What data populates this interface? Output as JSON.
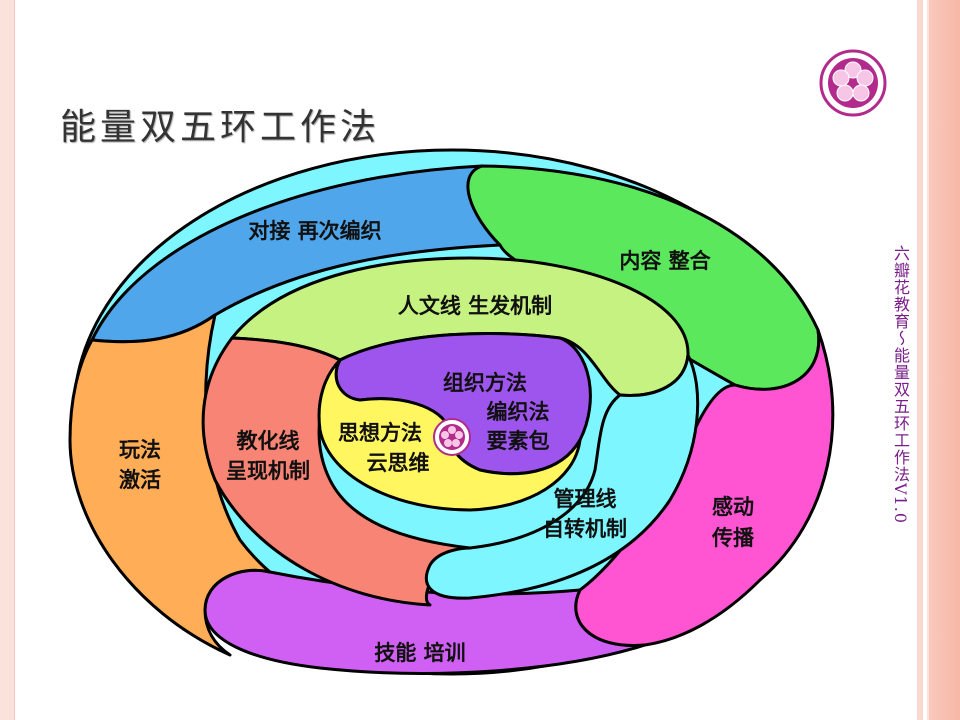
{
  "title": "能量双五环工作法",
  "side_text": "六瓣花教育～能量双五环工作法V1.0",
  "diagram": {
    "outer_ring": {
      "top": "对接 再次编织",
      "top_right": "内容 整合",
      "right": [
        "感动",
        "传播"
      ],
      "bottom": "技能 培训",
      "left": [
        "玩法",
        "激活"
      ]
    },
    "inner_ring": {
      "top": "人文线 生发机制",
      "left": [
        "教化线",
        "呈现机制"
      ],
      "right": [
        "管理线",
        "自转机制"
      ]
    },
    "core": {
      "purple": [
        "组织方法",
        "编织法",
        "要素包"
      ],
      "yellow": [
        "思想方法",
        "云思维"
      ]
    }
  },
  "colors": {
    "blue": "#4fa6ea",
    "green": "#5ce85c",
    "magenta": "#ff55d2",
    "violet": "#d060f4",
    "orange": "#ffad56",
    "light_green": "#c6f282",
    "salmon": "#f88476",
    "cyan": "#7df6ff",
    "purple": "#9e55ee",
    "yellow": "#fff660",
    "logo": "#b22b8c"
  }
}
